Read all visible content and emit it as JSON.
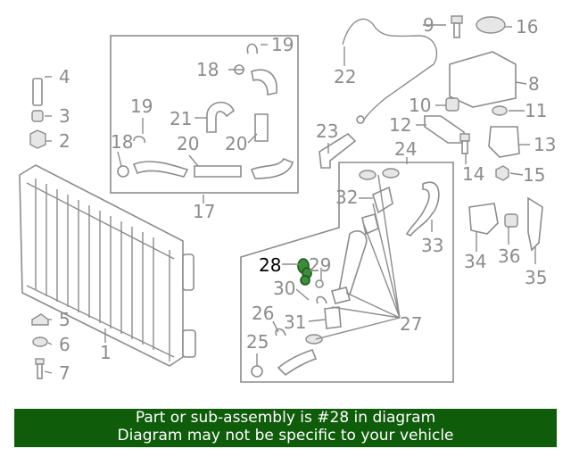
{
  "highlight_part": "28",
  "callouts": [
    "1",
    "2",
    "3",
    "4",
    "5",
    "6",
    "7",
    "8",
    "9",
    "10",
    "11",
    "12",
    "13",
    "14",
    "15",
    "16",
    "17",
    "18",
    "18",
    "19",
    "19",
    "20",
    "20",
    "21",
    "22",
    "23",
    "24",
    "25",
    "26",
    "27",
    "28",
    "29",
    "30",
    "31",
    "32",
    "33",
    "34",
    "35",
    "36"
  ],
  "colors": {
    "line": "#8c8c8c",
    "highlight": "#3c8c3c",
    "banner_bg": "#0f5c0a",
    "banner_text": "#ffffff"
  },
  "banner": {
    "line1": "Part or sub-assembly is #28 in diagram",
    "line2": "Diagram may not be specific to your vehicle"
  }
}
